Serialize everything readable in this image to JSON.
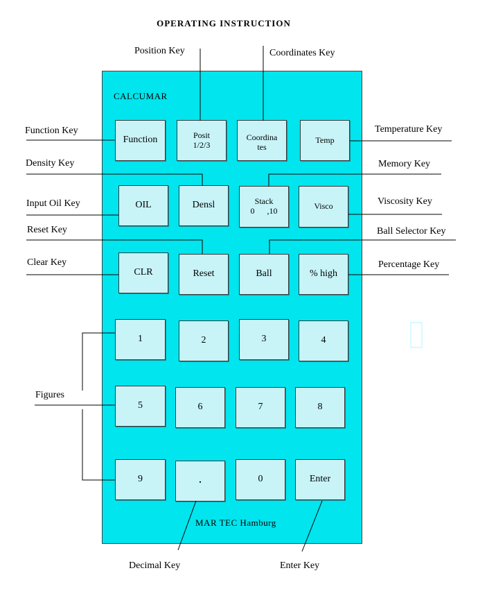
{
  "title": "OPERATING INSTRUCTION",
  "device": {
    "brand": "CALCUMAR",
    "maker": "MAR TEC Hamburg",
    "color": "#00e5ee",
    "key_color": "#c8f4f8"
  },
  "keys": {
    "function": "Function",
    "posit_l1": "Posit",
    "posit_l2": "1/2/3",
    "coord_l1": "Coordina",
    "coord_l2": "tes",
    "temp": "Temp",
    "oil": "OIL",
    "densl": "Densl",
    "stack_l1": "Stack",
    "stack_l2": "0      ,10",
    "visco": "Visco",
    "clr": "CLR",
    "reset": "Reset",
    "ball": "Ball",
    "high": "% high",
    "k1": "1",
    "k2": "2",
    "k3": "3",
    "k4": "4",
    "k5": "5",
    "k6": "6",
    "k7": "7",
    "k8": "8",
    "k9": "9",
    "kdot": ".",
    "k0": "0",
    "enter": "Enter"
  },
  "labels": {
    "position": "Position Key",
    "coordinates": "Coordinates Key",
    "function": "Function Key",
    "temperature": "Temperature Key",
    "density": "Density Key",
    "memory": "Memory Key",
    "input_oil": "Input Oil Key",
    "viscosity": "Viscosity Key",
    "reset": "Reset Key",
    "ball_selector": "Ball Selector Key",
    "clear": "Clear Key",
    "percentage": "Percentage Key",
    "figures": "Figures",
    "decimal": "Decimal Key",
    "enter": "Enter Key"
  }
}
